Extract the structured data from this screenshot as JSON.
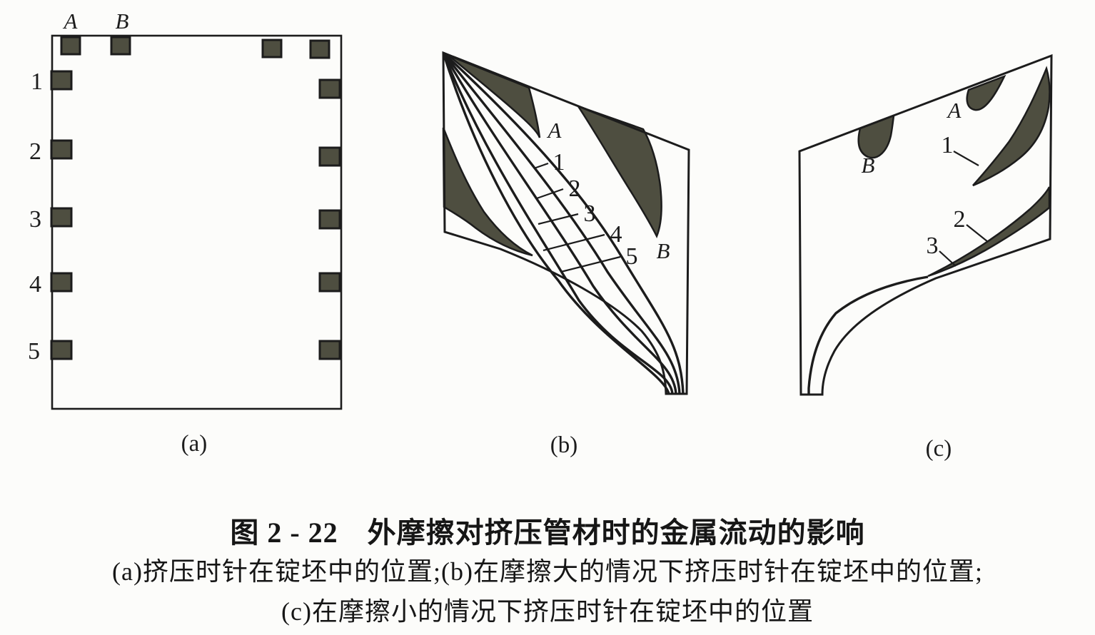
{
  "caption": {
    "title": "图 2 - 22　外摩擦对挤压管材时的金属流动的影响",
    "line2": "(a)挤压时针在锭坯中的位置;(b)在摩擦大的情况下挤压时针在锭坯中的位置;",
    "line3": "(c)在摩擦小的情况下挤压时针在锭坯中的位置"
  },
  "panels": {
    "a": {
      "label": "(a)",
      "top_markers": [
        "A",
        "B"
      ],
      "row_markers": [
        "1",
        "2",
        "3",
        "4",
        "5"
      ]
    },
    "b": {
      "label": "(b)",
      "dead_zone_a": "A",
      "dead_zone_b": "B",
      "flow_line_labels": [
        "1",
        "2",
        "3",
        "4",
        "5"
      ]
    },
    "c": {
      "label": "(c)",
      "dead_zone_a": "A",
      "dead_zone_b": "B",
      "region_labels": [
        "1",
        "2",
        "3"
      ]
    }
  },
  "colors": {
    "ink": "#1c1c1c",
    "stipple_fill": "#4e4e40",
    "background": "#fcfcfa"
  }
}
